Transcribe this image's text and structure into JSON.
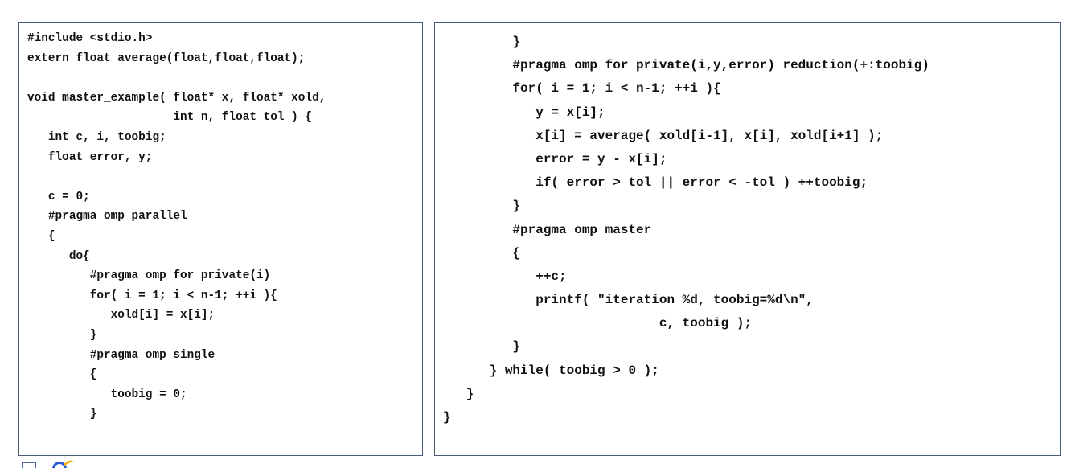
{
  "left_panel": {
    "lines": [
      "#include <stdio.h>",
      "extern float average(float,float,float);",
      "",
      "void master_example( float* x, float* xold,",
      "                     int n, float tol ) {",
      "   int c, i, toobig;",
      "   float error, y;",
      "",
      "   c = 0;",
      "   #pragma omp parallel",
      "   {",
      "      do{",
      "         #pragma omp for private(i)",
      "         for( i = 1; i < n-1; ++i ){",
      "            xold[i] = x[i];",
      "         }",
      "         #pragma omp single",
      "         {",
      "            toobig = 0;",
      "         }"
    ]
  },
  "right_panel": {
    "lines": [
      "         }",
      "         #pragma omp for private(i,y,error) reduction(+:toobig)",
      "         for( i = 1; i < n-1; ++i ){",
      "            y = x[i];",
      "            x[i] = average( xold[i-1], x[i], xold[i+1] );",
      "            error = y - x[i];",
      "            if( error > tol || error < -tol ) ++toobig;",
      "         }",
      "         #pragma omp master",
      "         {",
      "            ++c;",
      "            printf( \"iteration %d, toobig=%d\\n\",",
      "                            c, toobig );",
      "         }",
      "      } while( toobig > 0 );",
      "   }",
      "}"
    ]
  },
  "colors": {
    "text": "#111111",
    "panel_border": "#4a5c7a",
    "logo_blue": "#2a5bd7",
    "logo_yellow": "#f0b400"
  },
  "icons": [
    "window-logo-icon",
    "circle-swoosh-logo-icon"
  ]
}
